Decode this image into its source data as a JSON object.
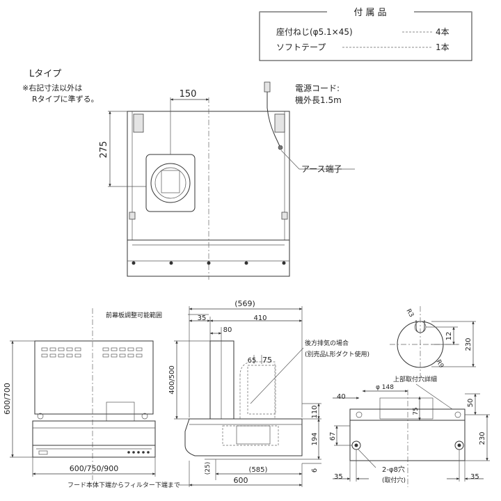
{
  "accessories": {
    "title": "付 属 品",
    "items": [
      {
        "name": "座付ねじ(φ5.1×45)",
        "qty": "4本"
      },
      {
        "name": "ソフトテープ",
        "qty": "1本"
      }
    ]
  },
  "top_view": {
    "type_label": "Lタイプ",
    "note_line1": "※右記寸法以外は",
    "note_line2": "Rタイプに準ずる。",
    "dim_150": "150",
    "dim_275": "275",
    "cord_line1": "電源コード:",
    "cord_line2": "機外長1.5m",
    "earth_label": "アース端子"
  },
  "front_view": {
    "panel_label": "前幕板調整可能範囲",
    "dim_height": "600/700",
    "dim_width": "600/750/900",
    "filter_note": "フード本体下端からフィルター下端まで"
  },
  "side_view": {
    "dim_569": "(569)",
    "dim_35": "35",
    "dim_410": "410",
    "dim_80": "80",
    "dim_400_500": "400/500",
    "dim_65": "65",
    "dim_75": "75",
    "rear_exhaust_line1": "後方排気の場合",
    "rear_exhaust_line2": "(別売品L形ダクト使用)",
    "dim_110": "110",
    "dim_194": "194",
    "dim_6": "6",
    "dim_25": "(25)",
    "dim_585": "(585)",
    "dim_600": "600"
  },
  "hole_detail": {
    "r3": "R3",
    "r9": "R9",
    "dim_12": "12",
    "dim_230": "230"
  },
  "bottom_view": {
    "title": "上部取付穴詳細",
    "dim_40": "40",
    "dim_148": "φ 148",
    "dim_50": "50",
    "dim_75": "75",
    "dim_67": "67",
    "dim_230": "230",
    "holes_line1": "2-φ8穴",
    "holes_line2": "(取付穴)",
    "dim_35a": "35",
    "dim_35b": "35"
  }
}
